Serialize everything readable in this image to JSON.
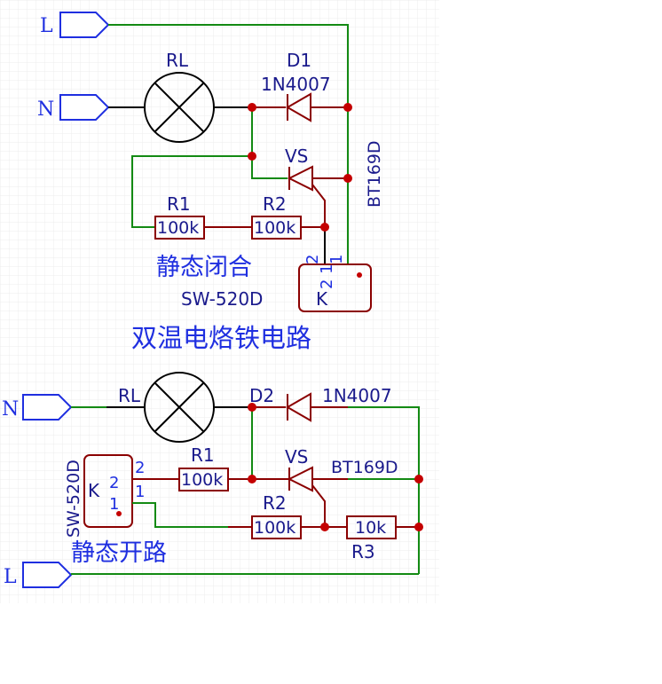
{
  "upper_circuit": {
    "port_l": "L",
    "port_n": "N",
    "lamp_ref": "RL",
    "diode_ref": "D1",
    "diode_part": "1N4007",
    "triac_ref": "VS",
    "triac_part": "BT169D",
    "r1_ref": "R1",
    "r1_value": "100k",
    "r2_ref": "R2",
    "r2_value": "100k",
    "switch_pin2": "2",
    "switch_pin1": "1",
    "switch_body_pins": "2 1",
    "switch_k": "K",
    "switch_state": "静态闭合",
    "switch_part": "SW-520D",
    "title": "双温电烙铁电路"
  },
  "lower_circuit": {
    "port_n": "N",
    "port_l": "L",
    "lamp_ref": "RL",
    "diode_ref": "D2",
    "diode_part": "1N4007",
    "triac_ref": "VS",
    "triac_part": "BT169D",
    "r1_ref": "R1",
    "r1_value": "100k",
    "r2_ref": "R2",
    "r2_value": "100k",
    "r3_ref": "R3",
    "r3_value": "10k",
    "switch_part": "SW-520D",
    "switch_k": "K",
    "switch_pin2": "2",
    "switch_pin1": "1",
    "switch_body_2": "2",
    "switch_body_1": "1",
    "switch_state": "静态开路"
  },
  "colors": {
    "wire": "#138a13",
    "component": "#8b0000",
    "junction": "#c40000",
    "label": "#1f2fe0",
    "grid": "#e8e8e8"
  }
}
